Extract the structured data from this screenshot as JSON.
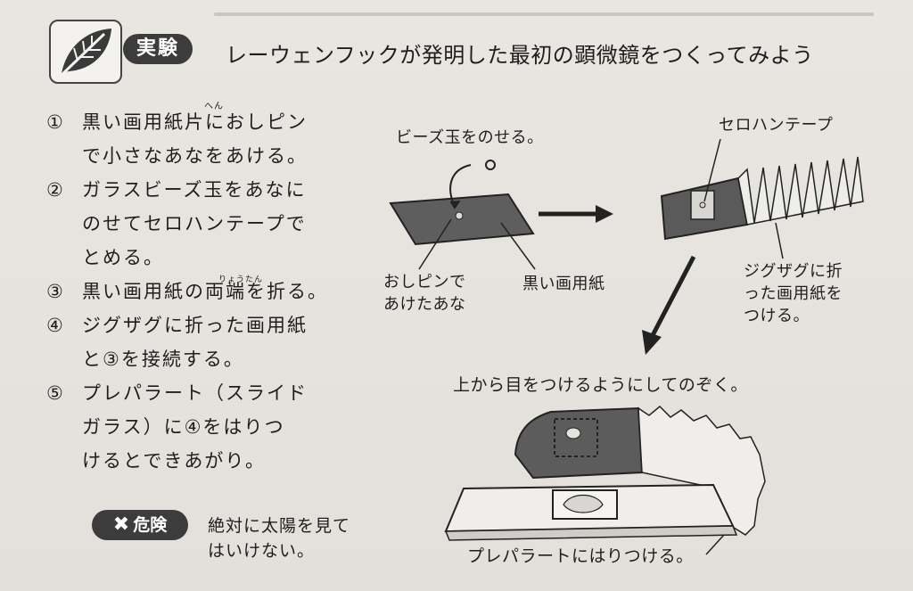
{
  "header": {
    "icon": "leaf-icon",
    "badge": "実験",
    "title": "レーウェンフックが発明した最初の顕微鏡をつくってみよう"
  },
  "steps": [
    {
      "num": "①",
      "text": "黒い画用紙片におしピン\nで小さなあなをあける。"
    },
    {
      "num": "②",
      "text": "ガラスビーズ玉をあなに\nのせてセロハンテープで\nとめる。"
    },
    {
      "num": "③",
      "text": "黒い画用紙の両端を折る。"
    },
    {
      "num": "④",
      "text": "ジグザグに折った画用紙\nと③を接続する。"
    },
    {
      "num": "⑤",
      "text": "プレパラート（スライド\nガラス）に④をはりつ\nけるとできあがり。"
    }
  ],
  "ruby": {
    "he": "へん",
    "ryoutan": "りょうたん"
  },
  "danger": {
    "icon": "x-icon",
    "badge": "危険",
    "text": "絶対に太陽を見て\nはいけない。"
  },
  "diagram": {
    "bead_label": "ビーズ玉をのせる。",
    "pin_hole_label": "おしピンで\nあけたあな",
    "black_paper_label": "黒い画用紙",
    "tape_label": "セロハンテープ",
    "zigzag_label": "ジグザグに折\nった画用紙を\nつける。",
    "look_label": "上から目をつけるようにしてのぞく。",
    "slide_label": "プレパラートにはりつける。"
  },
  "colors": {
    "badge": "#3c3c3c",
    "paper": "#6a6a6a",
    "background": "#e6e3de"
  }
}
